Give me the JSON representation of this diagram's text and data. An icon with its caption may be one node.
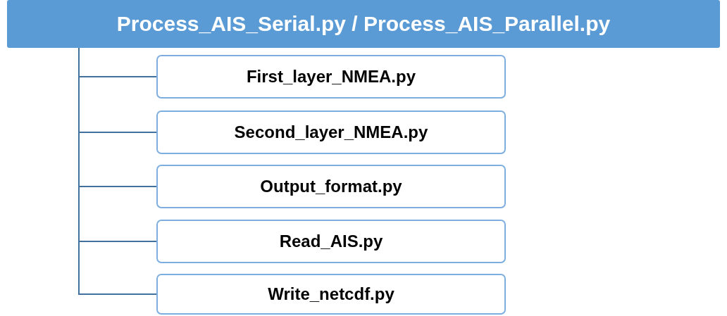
{
  "diagram": {
    "nodes": [
      {
        "text": [
          "Process_AIS_Serial.py / Process_AIS_Parallel.py"
        ]
      },
      {
        "text": [
          "First_layer_NMEA.py"
        ]
      },
      {
        "text": [
          "Second_layer_NMEA.py"
        ]
      },
      {
        "text": [
          "Output_format.py"
        ]
      },
      {
        "text": [
          "Read_AIS.py"
        ]
      },
      {
        "text": [
          "Write_netcdf.py"
        ]
      }
    ],
    "edges": [
      {
        "from": 0,
        "to": 1,
        "arrow": "none"
      },
      {
        "from": 0,
        "to": 2,
        "arrow": "none"
      },
      {
        "from": 0,
        "to": 3,
        "arrow": "none"
      },
      {
        "from": 0,
        "to": 4,
        "arrow": "none"
      },
      {
        "from": 0,
        "to": 5,
        "arrow": "none"
      }
    ]
  }
}
